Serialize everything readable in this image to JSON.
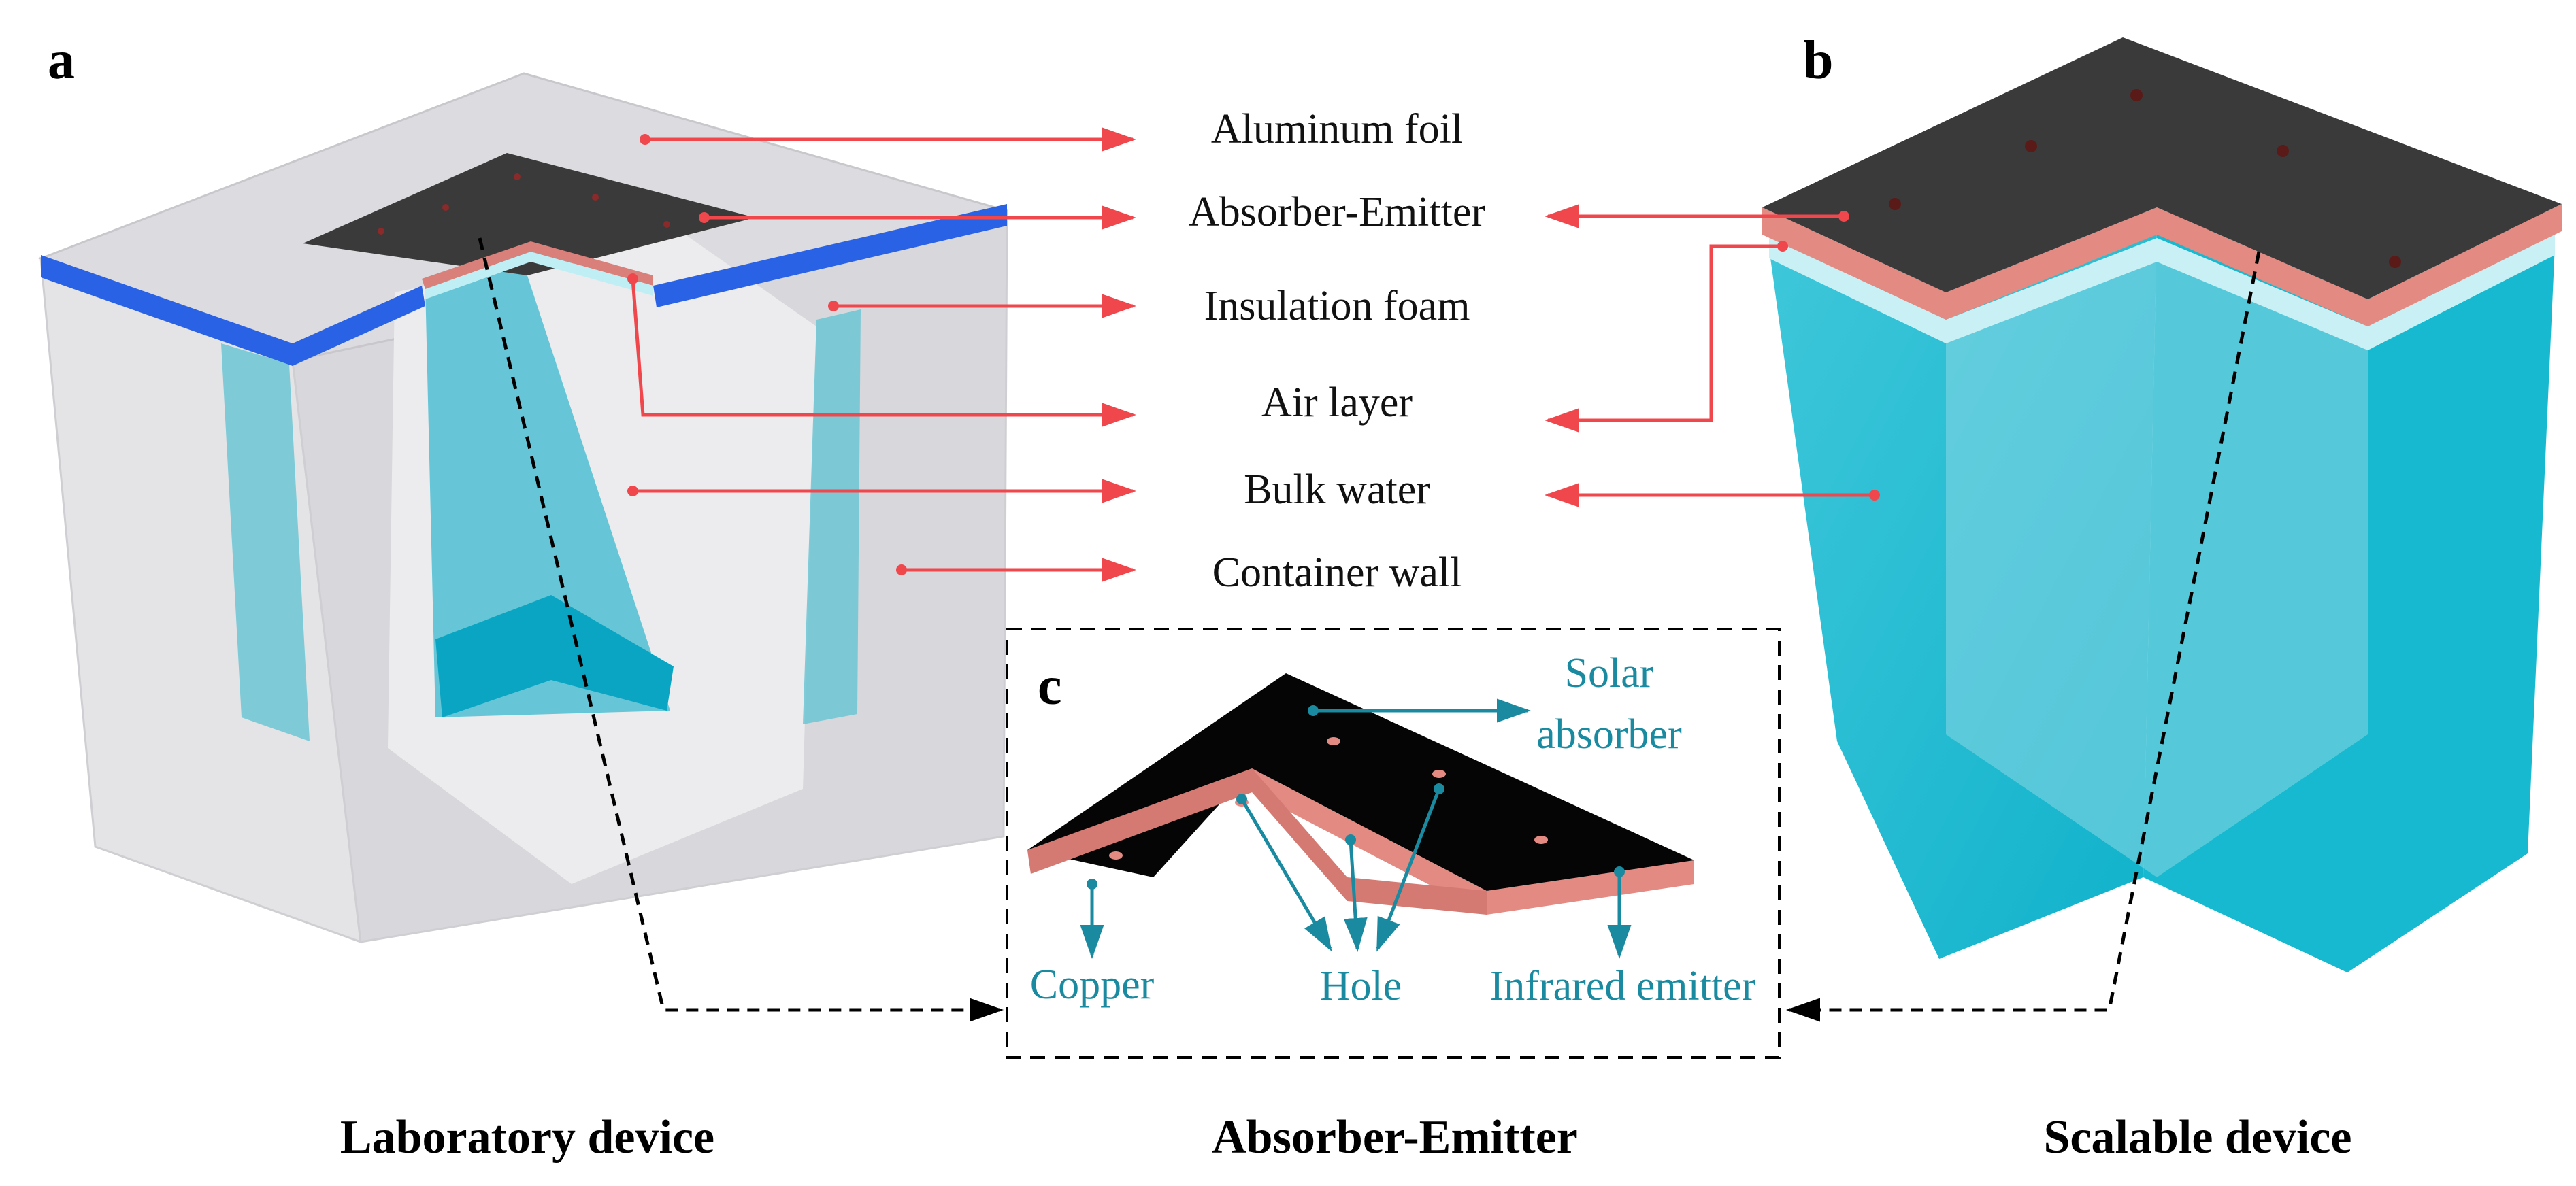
{
  "panels": {
    "a": "a",
    "b": "b",
    "c": "c"
  },
  "labels": {
    "aluminum_foil": "Aluminum foil",
    "absorber_emitter": "Absorber-Emitter",
    "insulation_foam": "Insulation foam",
    "air_layer": "Air layer",
    "bulk_water": "Bulk water",
    "container_wall": "Container wall"
  },
  "inset_labels": {
    "solar_absorber_1": "Solar",
    "solar_absorber_2": "absorber",
    "copper": "Copper",
    "hole": "Hole",
    "infrared_emitter": "Infrared emitter"
  },
  "captions": {
    "laboratory": "Laboratory device",
    "absorber_emitter": "Absorber-Emitter",
    "scalable": "Scalable device"
  },
  "colors": {
    "arrow_red": "#f0474d",
    "arrow_teal": "#1a8aa0",
    "water": "#16b9cf",
    "foam": "#2a62e6",
    "absorber": "#3a3a3a",
    "copper": "#e38a83"
  }
}
